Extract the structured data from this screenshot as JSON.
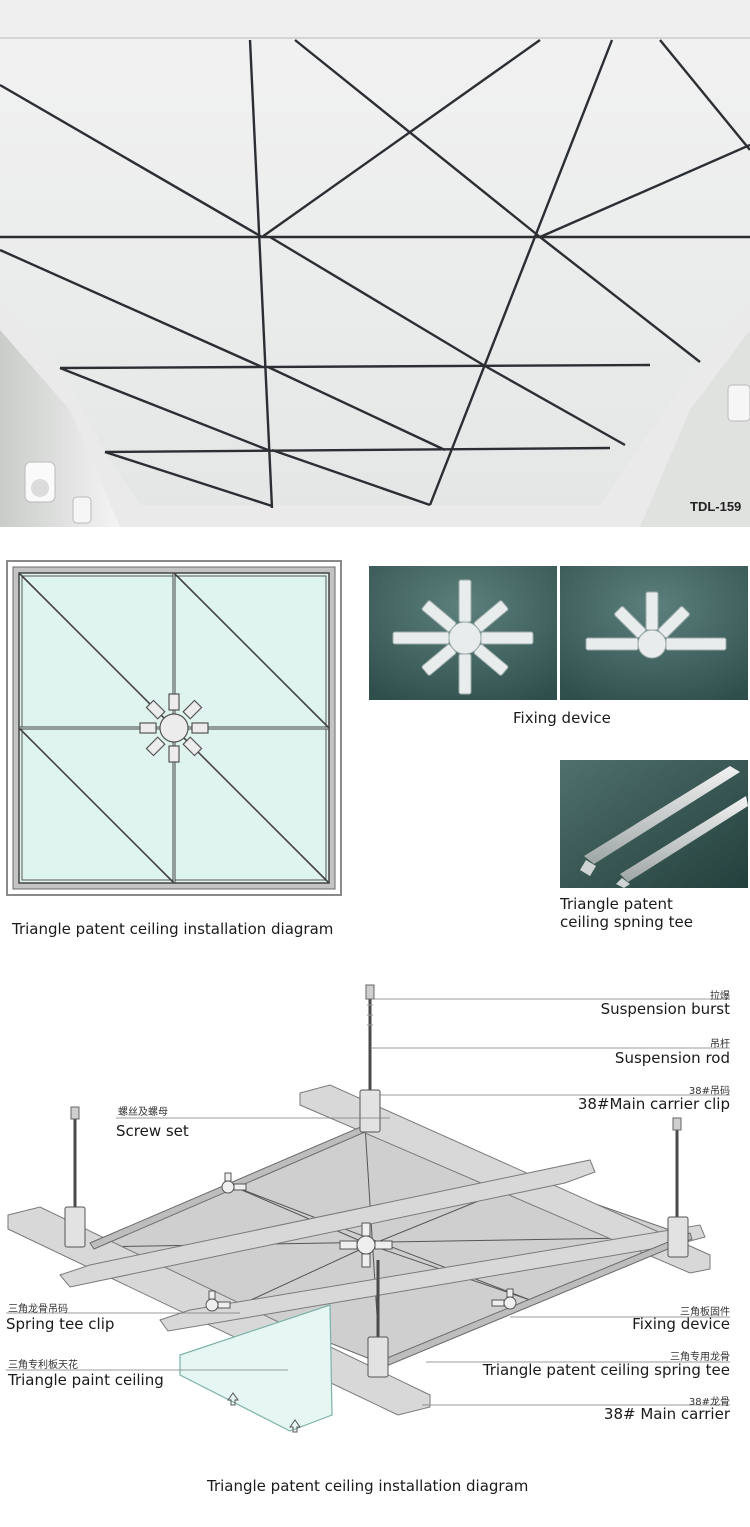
{
  "hero": {
    "code": "TDL-159"
  },
  "plan_diagram": {
    "caption": "Triangle patent ceiling installation diagram"
  },
  "fixing_device": {
    "caption": "Fixing device"
  },
  "spring_tee": {
    "caption_line1": "Triangle patent",
    "caption_line2": "ceiling spning tee"
  },
  "exploded_diagram": {
    "caption": "Triangle patent ceiling installation diagram",
    "labels": {
      "suspension_burst_cn": "拉爆",
      "suspension_burst_en": "Suspension burst",
      "suspension_rod_cn": "吊杆",
      "suspension_rod_en": "Suspension rod",
      "main_clip_cn": "38#吊码",
      "main_clip_en": "38#Main carrier clip",
      "screw_set_cn": "螺丝及螺母",
      "screw_set_en": "Screw set",
      "spring_tee_clip_cn": "三角龙骨吊码",
      "spring_tee_clip_en": "Spring tee clip",
      "paint_ceiling_cn": "三角专利板天花",
      "paint_ceiling_en": "Triangle paint ceiling",
      "fixing_device_cn": "三角板固件",
      "fixing_device_en": "Fixing device",
      "spring_tee_cn": "三角专用龙骨",
      "spring_tee_en": "Triangle patent ceiling spring tee",
      "main_carrier_cn": "38#龙骨",
      "main_carrier_en": "38# Main carrier"
    }
  },
  "colors": {
    "glass": "#d6f1ec",
    "frame": "#8a8a8a",
    "photo_bg": "#3c5f5c",
    "panel": "#cfcfcf"
  }
}
